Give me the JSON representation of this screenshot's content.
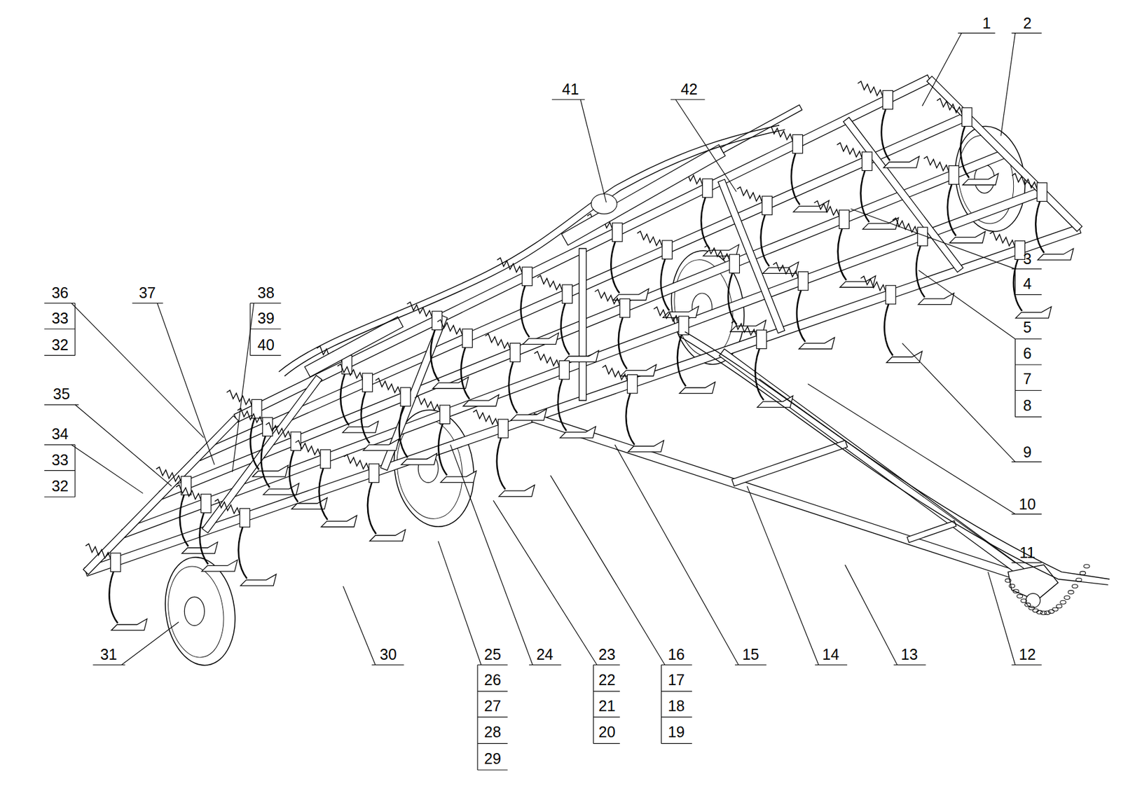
{
  "diagram": {
    "labels": [
      "1",
      "2",
      "41",
      "42",
      "3",
      "4",
      "5",
      "6",
      "7",
      "8",
      "9",
      "10",
      "11",
      "12",
      "13",
      "14",
      "15",
      "16",
      "17",
      "18",
      "19",
      "23",
      "22",
      "21",
      "20",
      "24",
      "25",
      "26",
      "27",
      "28",
      "29",
      "30",
      "31",
      "34",
      "33",
      "32",
      "35",
      "36",
      "33",
      "32",
      "37",
      "38",
      "39",
      "40"
    ]
  }
}
